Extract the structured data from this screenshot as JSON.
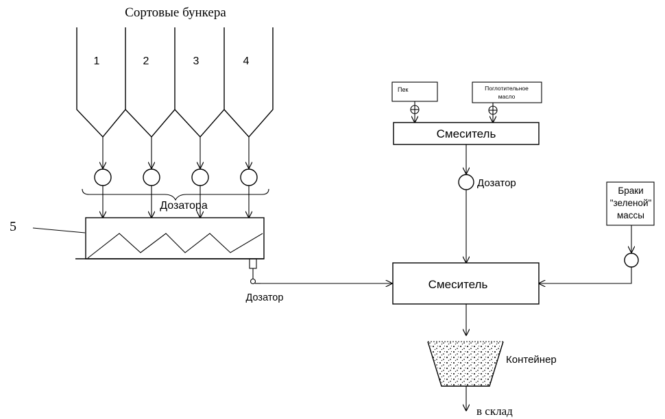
{
  "title": "Сортовые  бункера",
  "bunkers": {
    "labels": [
      "1",
      "2",
      "3",
      "4"
    ]
  },
  "dosers_label": "Дозатора",
  "label_5": "5",
  "doser_left": "Дозатор",
  "doser_mid": "Дозатор",
  "pek": "Пек",
  "oil": {
    "line1": "Поглотительное",
    "line2": "масло"
  },
  "mixer_top": "Смеситель",
  "mixer_main": "Смеситель",
  "braki": {
    "line1": "Браки",
    "line2": "\"зеленой\"",
    "line3": "массы"
  },
  "container": "Контейнер",
  "to_storage": "в склад"
}
